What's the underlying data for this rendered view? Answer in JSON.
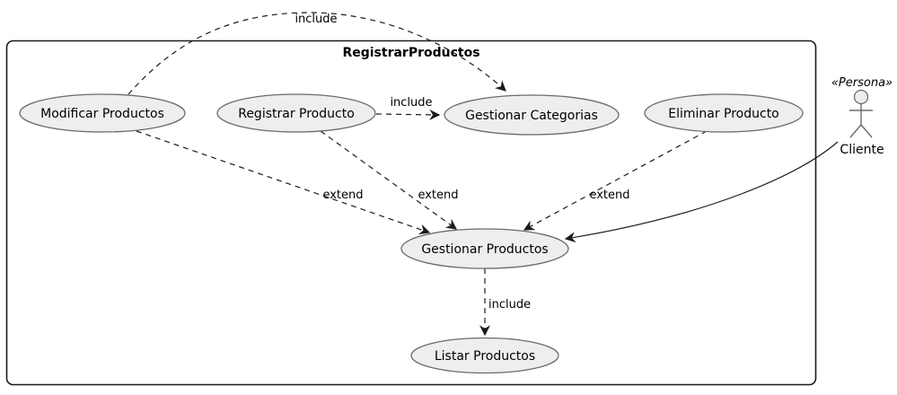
{
  "diagram": {
    "type": "uml-use-case-diagram",
    "system_title": "RegistrarProductos",
    "actor": {
      "stereotype": "«Persona»",
      "name": "Cliente"
    },
    "use_cases": [
      {
        "label": "Modificar Productos"
      },
      {
        "label": "Registrar Producto"
      },
      {
        "label": "Gestionar Categorias"
      },
      {
        "label": "Eliminar Producto"
      },
      {
        "label": "Gestionar Productos"
      },
      {
        "label": "Listar Productos"
      }
    ],
    "edges": [
      {
        "from": "Modificar Productos",
        "to": "Gestionar Categorias",
        "label": "include",
        "style": "dashed"
      },
      {
        "from": "Registrar Producto",
        "to": "Gestionar Categorias",
        "label": "include",
        "style": "dashed"
      },
      {
        "from": "Modificar Productos",
        "to": "Gestionar Productos",
        "label": "extend",
        "style": "dashed"
      },
      {
        "from": "Registrar Producto",
        "to": "Gestionar Productos",
        "label": "extend",
        "style": "dashed"
      },
      {
        "from": "Eliminar Producto",
        "to": "Gestionar Productos",
        "label": "extend",
        "style": "dashed"
      },
      {
        "from": "Cliente",
        "to": "Gestionar Productos",
        "label": "",
        "style": "solid"
      },
      {
        "from": "Gestionar Productos",
        "to": "Listar Productos",
        "label": "include",
        "style": "dashed"
      }
    ]
  },
  "css_vars": {
    "--node-fill": "#eeeeee",
    "--node-stroke": "#6b6b6b",
    "--line-color": "#1b1b1b",
    "--text-color": "#000000"
  }
}
